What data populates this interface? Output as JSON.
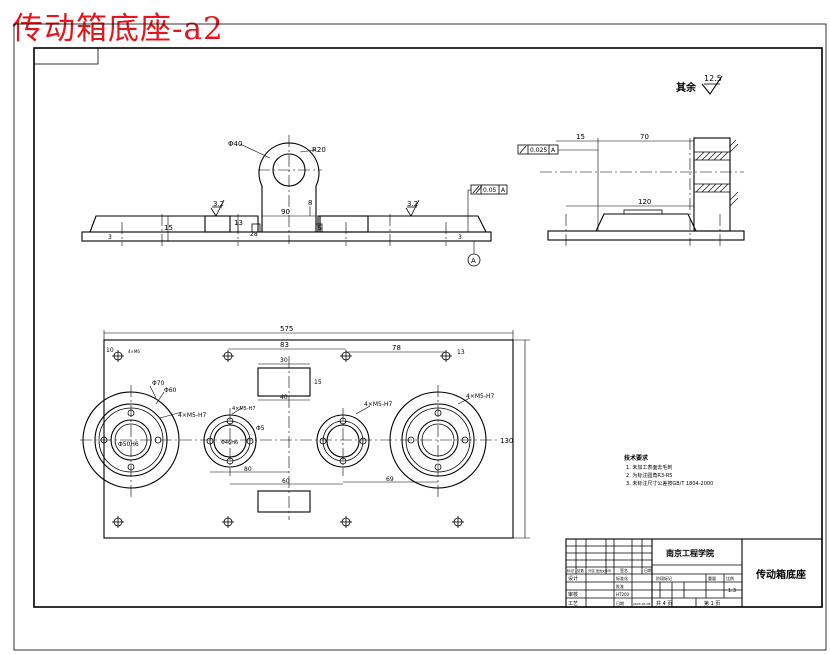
{
  "title_text": "传动箱底座-a2",
  "roughness_note": {
    "label": "其余",
    "value": "12.5"
  },
  "front_view": {
    "boss_dia": "Φ40",
    "boss_radius": "R20",
    "rough_left": "3.2",
    "rough_right": "3.2",
    "dim_90": "90",
    "dim_8": "8",
    "dim_13": "13",
    "dim_15": "15",
    "dim_28": "28",
    "dim_5": "5",
    "parallel_tol": "0.05",
    "datum": "A",
    "left_mark": "3",
    "right_mark": "3"
  },
  "side_view": {
    "perp_tol": "0.025",
    "datum": "A",
    "dim_15": "15",
    "dim_70": "70",
    "dim_120": "120"
  },
  "plan_view": {
    "overall_width": "575",
    "dim_10": "10",
    "dim_83": "83",
    "dim_78": "78",
    "dim_13": "13",
    "dim_30": "30",
    "dim_15": "15",
    "dim_40": "40",
    "dim_60": "60",
    "dim_80": "80",
    "dim_69": "69",
    "dim_130": "130",
    "dia_70": "Φ70",
    "dia_60": "Φ60",
    "dia_50": "Φ50H6",
    "dia_46": "Φ46H6",
    "dia_5": "Φ5",
    "thread_a": "4×M5-H7",
    "thread_b": "4×M5-H7",
    "thread_c": "4×M5-H7",
    "thread_d": "4×M5-H7",
    "small_note": "4×M6"
  },
  "tech_notes": {
    "heading": "技术要求",
    "items": [
      "1. 未加工表面去毛刺",
      "2. 为标注圆角R3-R5",
      "3. 未标注尺寸公差按GB/T 1804-2000"
    ]
  },
  "title_block": {
    "school": "南京工程学院",
    "drawing_name": "传动箱底座",
    "material": "HT200",
    "scale": "1:3",
    "sheet_total": "共 4 页",
    "sheet_no": "第 1 页",
    "row_labels": [
      "设计",
      "审核",
      "工艺"
    ],
    "col_labels": [
      "标记",
      "处数",
      "分区",
      "更改文件号",
      "签名",
      "日期"
    ],
    "sub_labels": [
      "标准化",
      "批准",
      "日期"
    ],
    "stage_label": "阶段标记",
    "weight_label": "重量",
    "scale_label": "比例",
    "date_code": "2024-05-08"
  }
}
